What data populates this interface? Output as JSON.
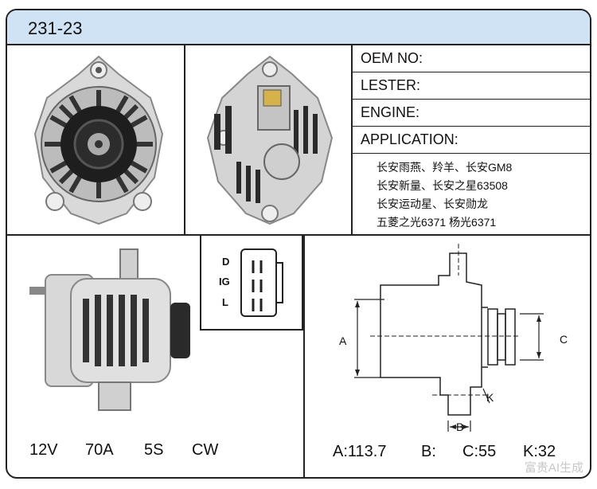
{
  "header": {
    "part_number": "231-23"
  },
  "specs": {
    "oem_label": "OEM NO:",
    "lester_label": "LESTER:",
    "engine_label": "ENGINE:",
    "application_label": "APPLICATION:",
    "applications": [
      "长安雨燕、羚羊、长安GM8",
      "长安新量、长安之星63508",
      "长安运动星、长安勋龙",
      "五菱之光6371 杨光6371"
    ]
  },
  "connector": {
    "pins": [
      "D",
      "IG",
      "L"
    ]
  },
  "diagram": {
    "labels": {
      "a": "A",
      "b": "B",
      "c": "C",
      "k": "K"
    }
  },
  "ratings": {
    "voltage": "12V",
    "current": "70A",
    "pulley": "5S",
    "rotation": "CW"
  },
  "dimensions": {
    "a": "A:113.7",
    "b": "B:",
    "c": "C:55",
    "k": "K:32"
  },
  "watermark": "富贵AI生成"
}
